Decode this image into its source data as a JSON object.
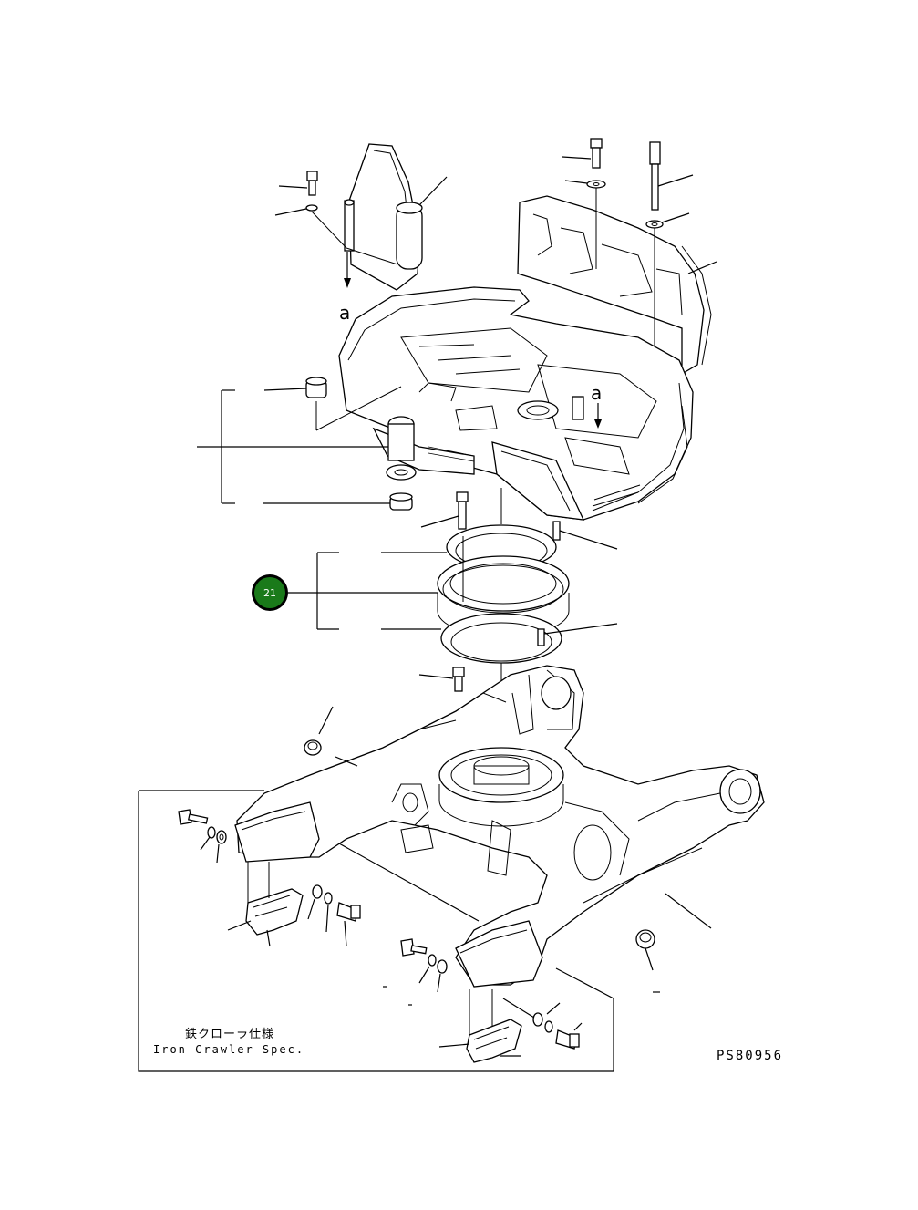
{
  "diagram": {
    "arrow_labels": [
      "a",
      "a"
    ],
    "callout": {
      "number": "21",
      "color": "#1a7a1a",
      "ring_color": "#000000"
    },
    "iron_crawler_spec": {
      "japanese": "鉄クローラ仕様",
      "english": "Iron Crawler Spec."
    },
    "drawing_code": "PS80956"
  }
}
